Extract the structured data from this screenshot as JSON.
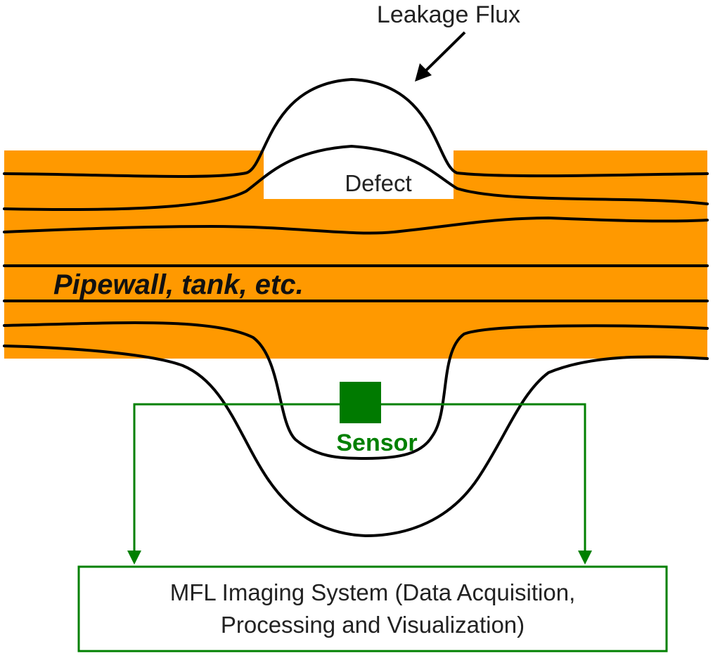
{
  "labels": {
    "leakage_flux": "Leakage Flux",
    "defect": "Defect",
    "material": "Pipewall, tank, etc.",
    "sensor": "Sensor",
    "system_line1": "MFL Imaging System (Data Acquisition,",
    "system_line2": "Processing and Visualization)"
  },
  "colors": {
    "material": "#FF9900",
    "flux_line": "#000000",
    "sensor": "#007A00",
    "signal_line": "#008000",
    "background": "#FFFFFF"
  }
}
